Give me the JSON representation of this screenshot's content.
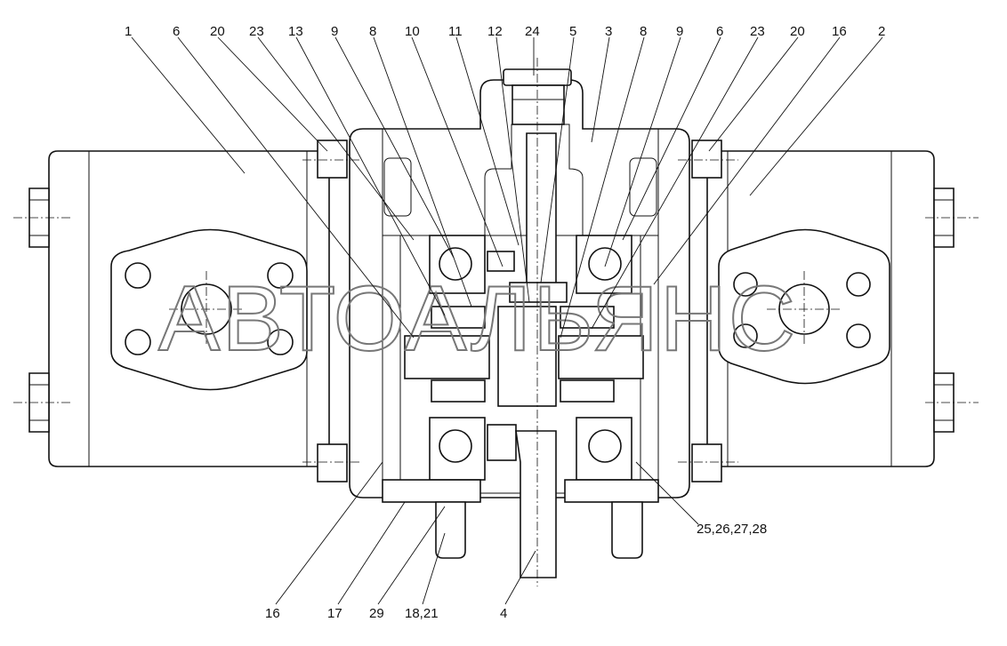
{
  "watermark": "АВТОАЛЬЯНС",
  "callouts": {
    "top": [
      "1",
      "6",
      "20",
      "23",
      "13",
      "9",
      "8",
      "10",
      "11",
      "12",
      "24",
      "5",
      "3",
      "8",
      "9",
      "6",
      "23",
      "20",
      "16",
      "2"
    ],
    "right": "25,26,27,28",
    "bottom": [
      "16",
      "17",
      "29",
      "18,21",
      "4"
    ]
  }
}
